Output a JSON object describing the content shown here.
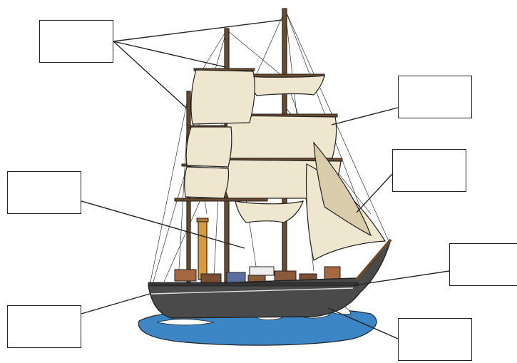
{
  "diagram": {
    "subject": "sailing-ship-with-funnel",
    "colors": {
      "sail": "#efe6cf",
      "sail_shade": "#d9ccab",
      "hull": "#4a4a4a",
      "hull_dark": "#333333",
      "deck": "#8a5a3a",
      "funnel": "#d89a3a",
      "water": "#3d86c6",
      "foam": "#ffffff",
      "outline": "#222222"
    },
    "labels": [
      {
        "id": "top-left",
        "text": ""
      },
      {
        "id": "right-upper",
        "text": ""
      },
      {
        "id": "right-mid",
        "text": ""
      },
      {
        "id": "left-mid",
        "text": ""
      },
      {
        "id": "right-lower",
        "text": ""
      },
      {
        "id": "left-bottom",
        "text": ""
      },
      {
        "id": "right-bottom",
        "text": ""
      }
    ]
  }
}
